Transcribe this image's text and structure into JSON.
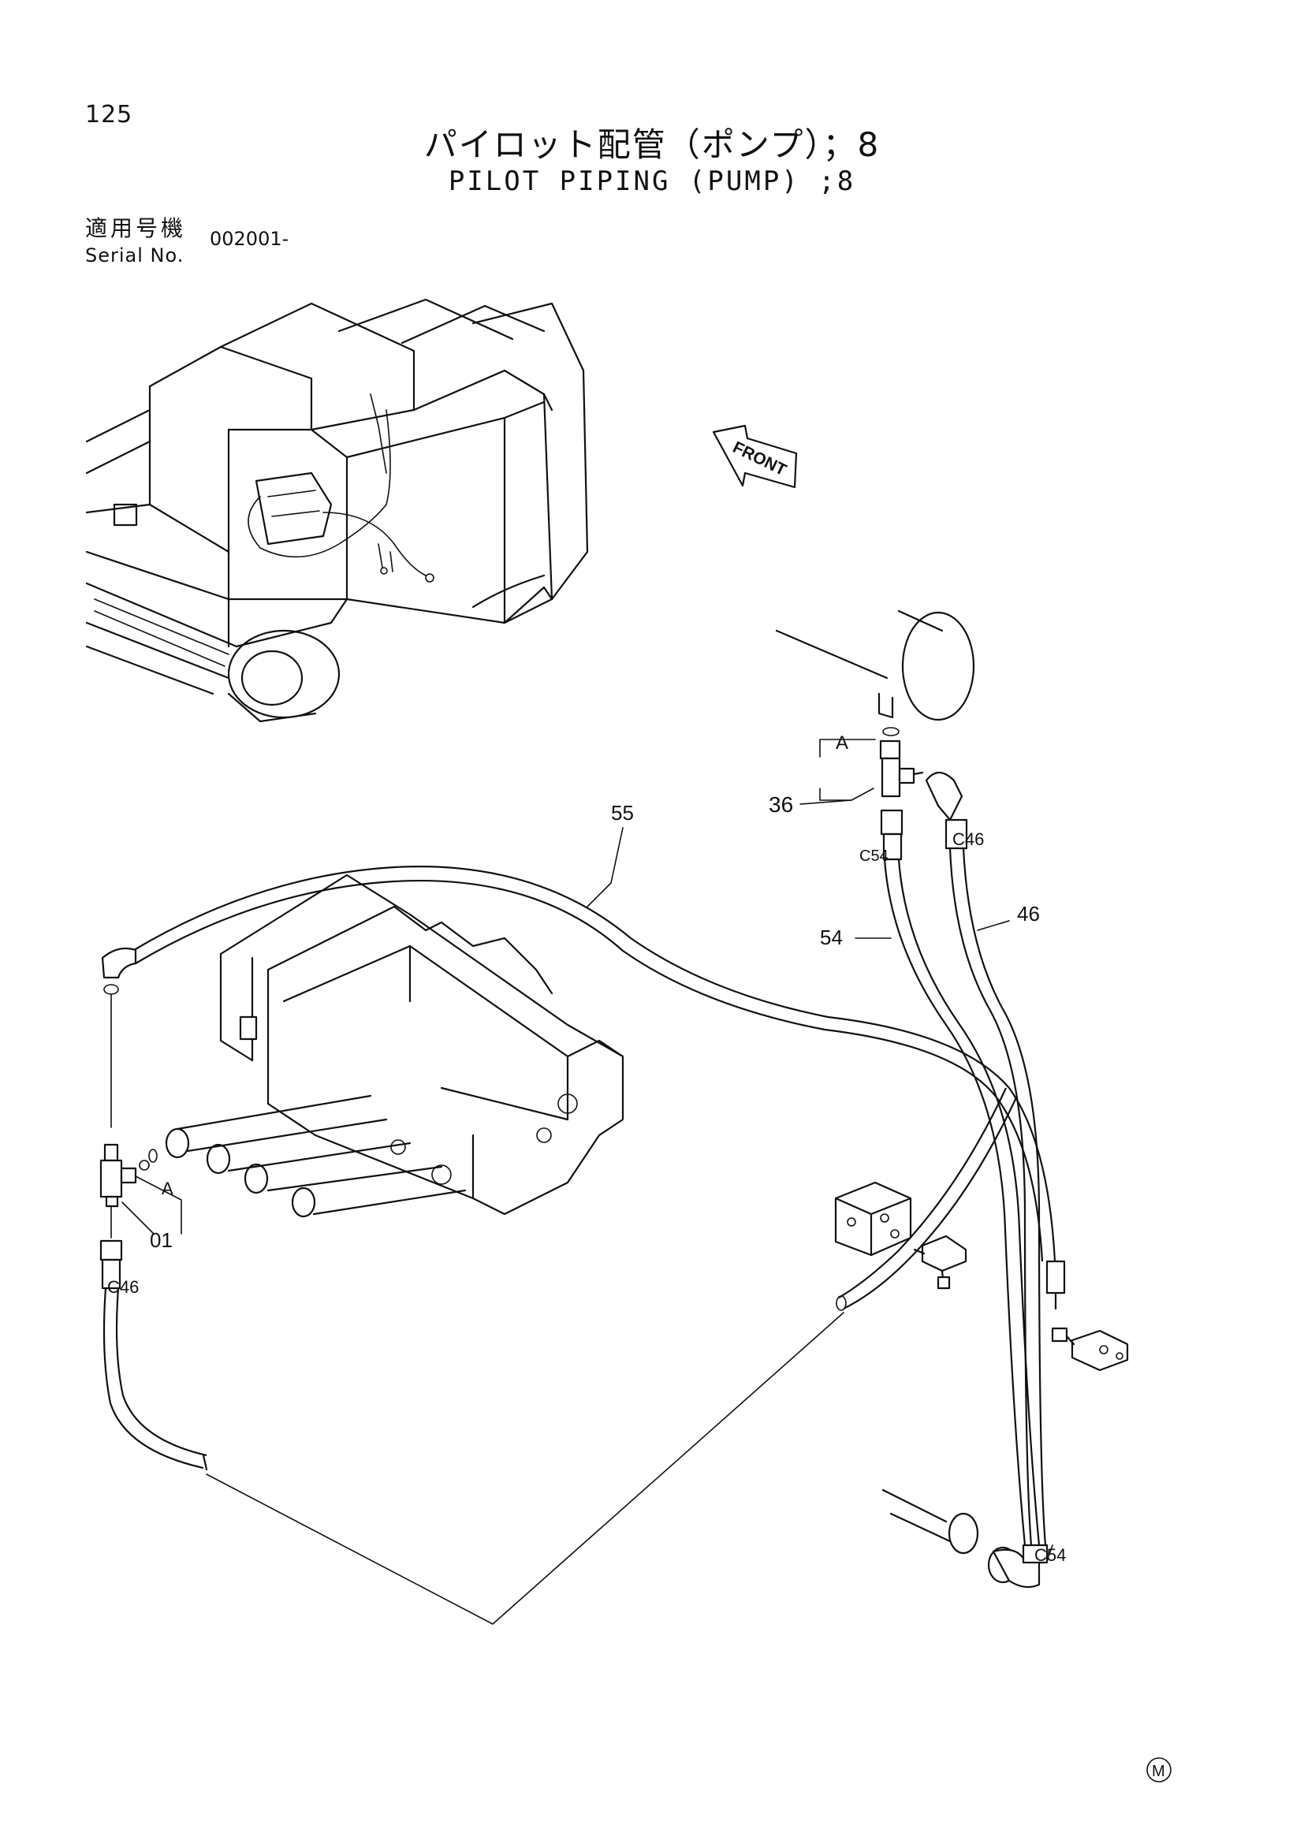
{
  "page_number": "125",
  "title_jp": "パイロット配管（ポンプ）；8",
  "title_en": "PILOT PIPING (PUMP) ;8",
  "serial": {
    "label_jp": "適用号機",
    "label_en": "Serial No.",
    "value": "002001-"
  },
  "direction_arrow": "FRONT",
  "callouts": {
    "hose_55": "55",
    "fitting_36": "36",
    "group_a_top": "A",
    "connector_c54_top": "C54",
    "connector_c46_top": "C46",
    "hose_54": "54",
    "hose_46": "46",
    "group_a_left": "A",
    "fitting_01": "01",
    "connector_c46_left": "C46",
    "connector_c54_bottom": "C54"
  },
  "mark": "M"
}
